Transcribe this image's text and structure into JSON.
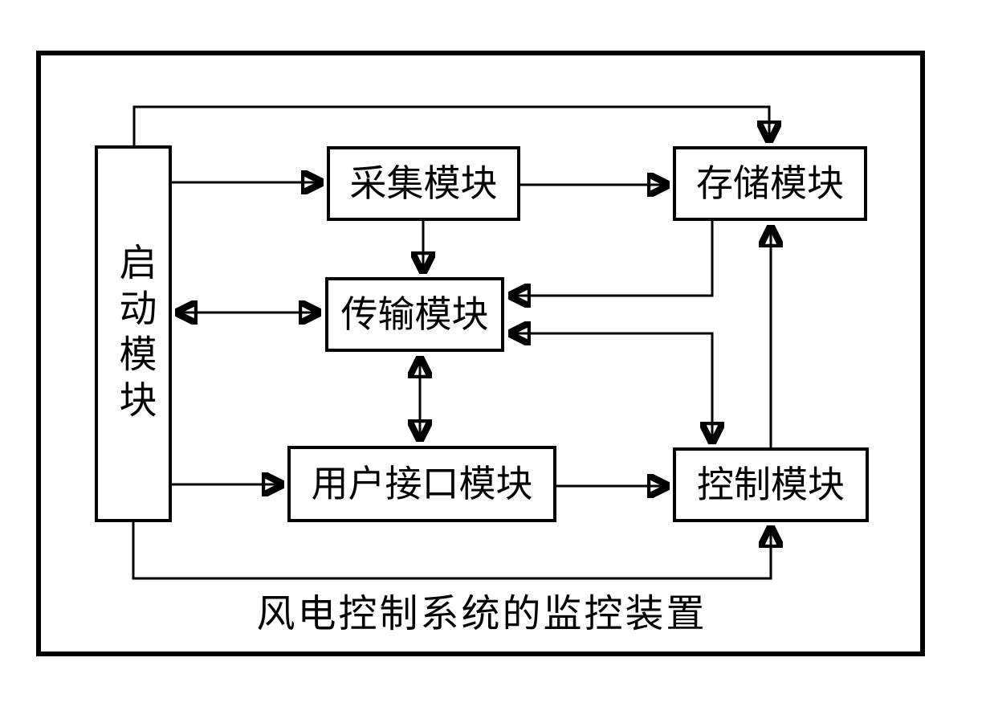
{
  "diagram": {
    "title": "风电控制系统的监控装置",
    "modules": {
      "start": {
        "label": "启动模块"
      },
      "collect": {
        "label": "采集模块"
      },
      "store": {
        "label": "存储模块"
      },
      "transmit": {
        "label": "传输模块"
      },
      "ui": {
        "label": "用户接口模块"
      },
      "control": {
        "label": "控制模块"
      }
    },
    "connections": [
      {
        "from": "启动模块",
        "to": "采集模块",
        "direction": "one-way",
        "route": "direct-right"
      },
      {
        "from": "启动模块",
        "to": "存储模块",
        "direction": "one-way",
        "route": "over-top"
      },
      {
        "from": "采集模块",
        "to": "存储模块",
        "direction": "one-way",
        "route": "direct-right"
      },
      {
        "from": "采集模块",
        "to": "传输模块",
        "direction": "one-way",
        "route": "direct-down"
      },
      {
        "from": "启动模块",
        "to": "传输模块",
        "direction": "two-way",
        "route": "direct-right"
      },
      {
        "from": "存储模块",
        "to": "传输模块",
        "direction": "one-way",
        "route": "down-then-left"
      },
      {
        "from": "传输模块",
        "to": "控制模块",
        "direction": "two-way",
        "route": "right-then-down"
      },
      {
        "from": "控制模块",
        "to": "存储模块",
        "direction": "one-way",
        "route": "direct-up"
      },
      {
        "from": "传输模块",
        "to": "用户接口模块",
        "direction": "two-way",
        "route": "direct-down"
      },
      {
        "from": "启动模块",
        "to": "用户接口模块",
        "direction": "one-way",
        "route": "direct-right"
      },
      {
        "from": "用户接口模块",
        "to": "控制模块",
        "direction": "one-way",
        "route": "direct-right"
      },
      {
        "from": "启动模块",
        "to": "控制模块",
        "direction": "one-way",
        "route": "under-bottom"
      }
    ],
    "colors": {
      "line": "#000000",
      "background": "#ffffff",
      "box_fill": "#ffffff"
    }
  }
}
